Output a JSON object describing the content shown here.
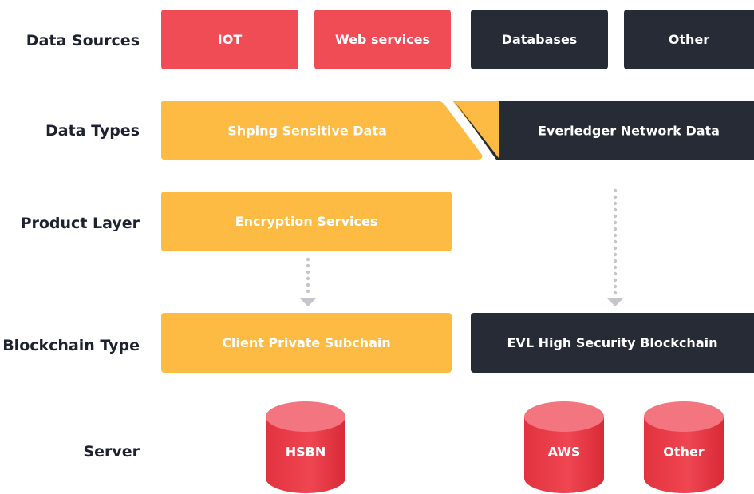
{
  "rows": {
    "data_sources": "Data Sources",
    "data_types": "Data Types",
    "product_layer": "Product Layer",
    "blockchain_type": "Blockchain Type",
    "server": "Server"
  },
  "sources": {
    "iot": "IOT",
    "web_services": "Web services",
    "databases": "Databases",
    "other": "Other"
  },
  "types": {
    "shping": "Shping Sensitive Data",
    "everledger": "Everledger Network Data"
  },
  "product": {
    "encryption": "Encryption Services"
  },
  "blockchain": {
    "client_private": "Client Private Subchain",
    "evl_high_security": "EVL High Security Blockchain"
  },
  "servers": {
    "hsbn": "HSBN",
    "aws": "AWS",
    "other": "Other"
  },
  "colors": {
    "red": "#f04c56",
    "navy": "#272b36",
    "yellow": "#fdbb43",
    "arrow_gray": "#c4c6ca"
  }
}
